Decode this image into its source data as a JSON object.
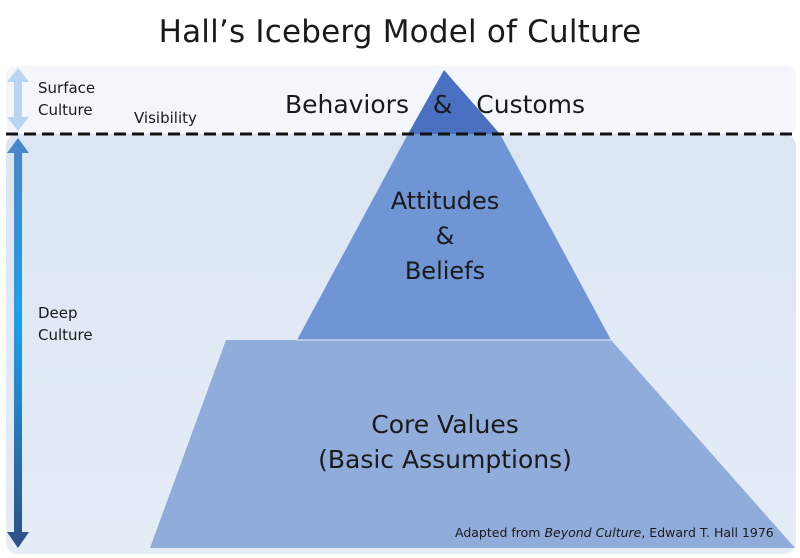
{
  "title": "Hall’s Iceberg Model of Culture",
  "levels": {
    "surface": {
      "line1": "Surface",
      "line2": "Culture"
    },
    "visibility": "Visibility",
    "deep": {
      "line1": "Deep",
      "line2": "Culture"
    }
  },
  "layers": {
    "top": "Behaviors  &  Customs",
    "middle": {
      "line1": "Attitudes",
      "line2": "&",
      "line3": "Beliefs"
    },
    "bottom": {
      "line1": "Core Values",
      "line2": "(Basic Assumptions)"
    }
  },
  "citation": {
    "prefix": "Adapted from ",
    "book": "Beyond Culture",
    "suffix": ", Edward T. Hall  1976"
  },
  "colors": {
    "water": "#dfe8f4",
    "tip": "#4a6fc0",
    "middle": "#6f94d3",
    "bottom": "#8ead dc",
    "surface_arrow": "#b7d3ee",
    "deep_arrow_top": "#4a86c8",
    "deep_arrow_mid": "#1fa0e8",
    "deep_arrow_bottom": "#2d4f86",
    "waterline": "#111111"
  }
}
